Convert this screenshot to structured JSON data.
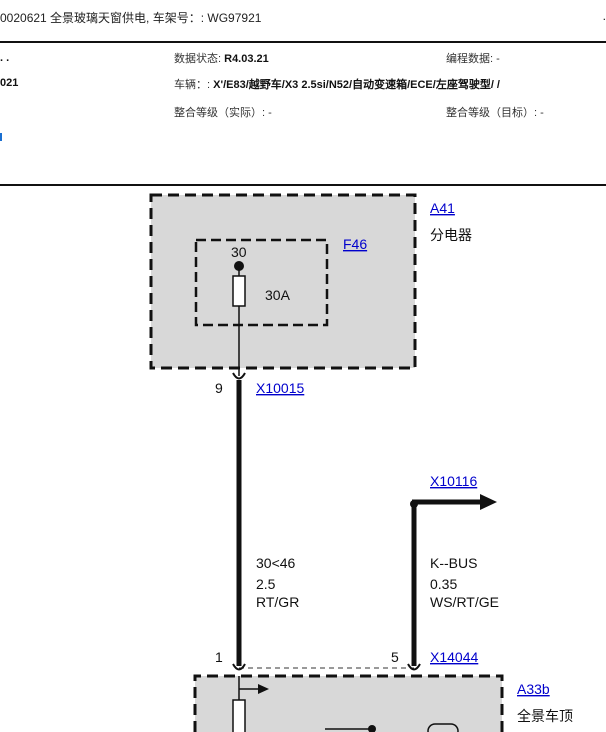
{
  "header": {
    "title": "0020621 全景玻璃天窗供电, 车架号：: WG97921",
    "corner_mark": ".",
    "left_fragment_1": ". .",
    "left_fragment_2": "021",
    "data_status_label": "数据状态:",
    "data_status_value": "R4.03.21",
    "programming_data": "编程数据: -",
    "vehicle_label": "车辆：:",
    "vehicle_value": "X'/E83/越野车/X3 2.5si/N52/自动变速箱/ECE/左座驾驶型/      /",
    "integration_actual": "整合等级（实际）: -",
    "integration_target": "整合等级（目标）: -"
  },
  "diagram": {
    "module_top_id": "A41",
    "module_top_name": "分电器",
    "fuse_id": "F46",
    "fuse_pin": "30",
    "fuse_rating": "30A",
    "conn_top_pin": "9",
    "conn_top_id": "X10015",
    "wire1_signal": "30<46",
    "wire1_size": "2.5",
    "wire1_color": "RT/GR",
    "conn_arrow_id": "X10116",
    "wire2_signal": "K--BUS",
    "wire2_size": "0.35",
    "wire2_color": "WS/RT/GE",
    "conn_bottom_pin_left": "1",
    "conn_bottom_pin_right": "5",
    "conn_bottom_id": "X14044",
    "module_bottom_id": "A33b",
    "module_bottom_name": "全景车顶"
  }
}
